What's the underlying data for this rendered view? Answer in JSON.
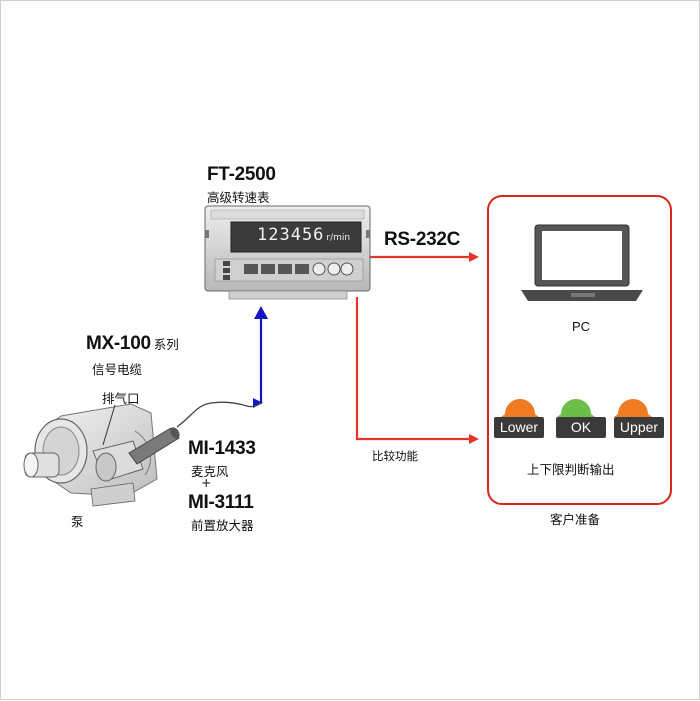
{
  "meter": {
    "model": "FT-2500",
    "name": "高级转速表",
    "display_value": "123456",
    "display_unit": "r/min"
  },
  "serial": {
    "label": "RS-232C"
  },
  "compare": {
    "label": "比较功能"
  },
  "cable": {
    "model": "MX-100",
    "series": "系列",
    "name": "信号电缆"
  },
  "vent": {
    "label": "排气口"
  },
  "microphone": {
    "model": "MI-1433",
    "name": "麦克风"
  },
  "plus": "+",
  "preamp": {
    "model": "MI-3111",
    "name": "前置放大器"
  },
  "pump": {
    "label": "泵"
  },
  "customer": {
    "pc_label": "PC",
    "lamps": [
      {
        "label": "Lower",
        "color": "#ef7b22"
      },
      {
        "label": "OK",
        "color": "#6cc04a"
      },
      {
        "label": "Upper",
        "color": "#ef7b22"
      }
    ],
    "output_label": "上下限判断输出",
    "caption": "客户准备"
  },
  "colors": {
    "red_arrow": "#e8322a",
    "blue_arrow": "#1515c8",
    "frame": "#d9261c"
  }
}
